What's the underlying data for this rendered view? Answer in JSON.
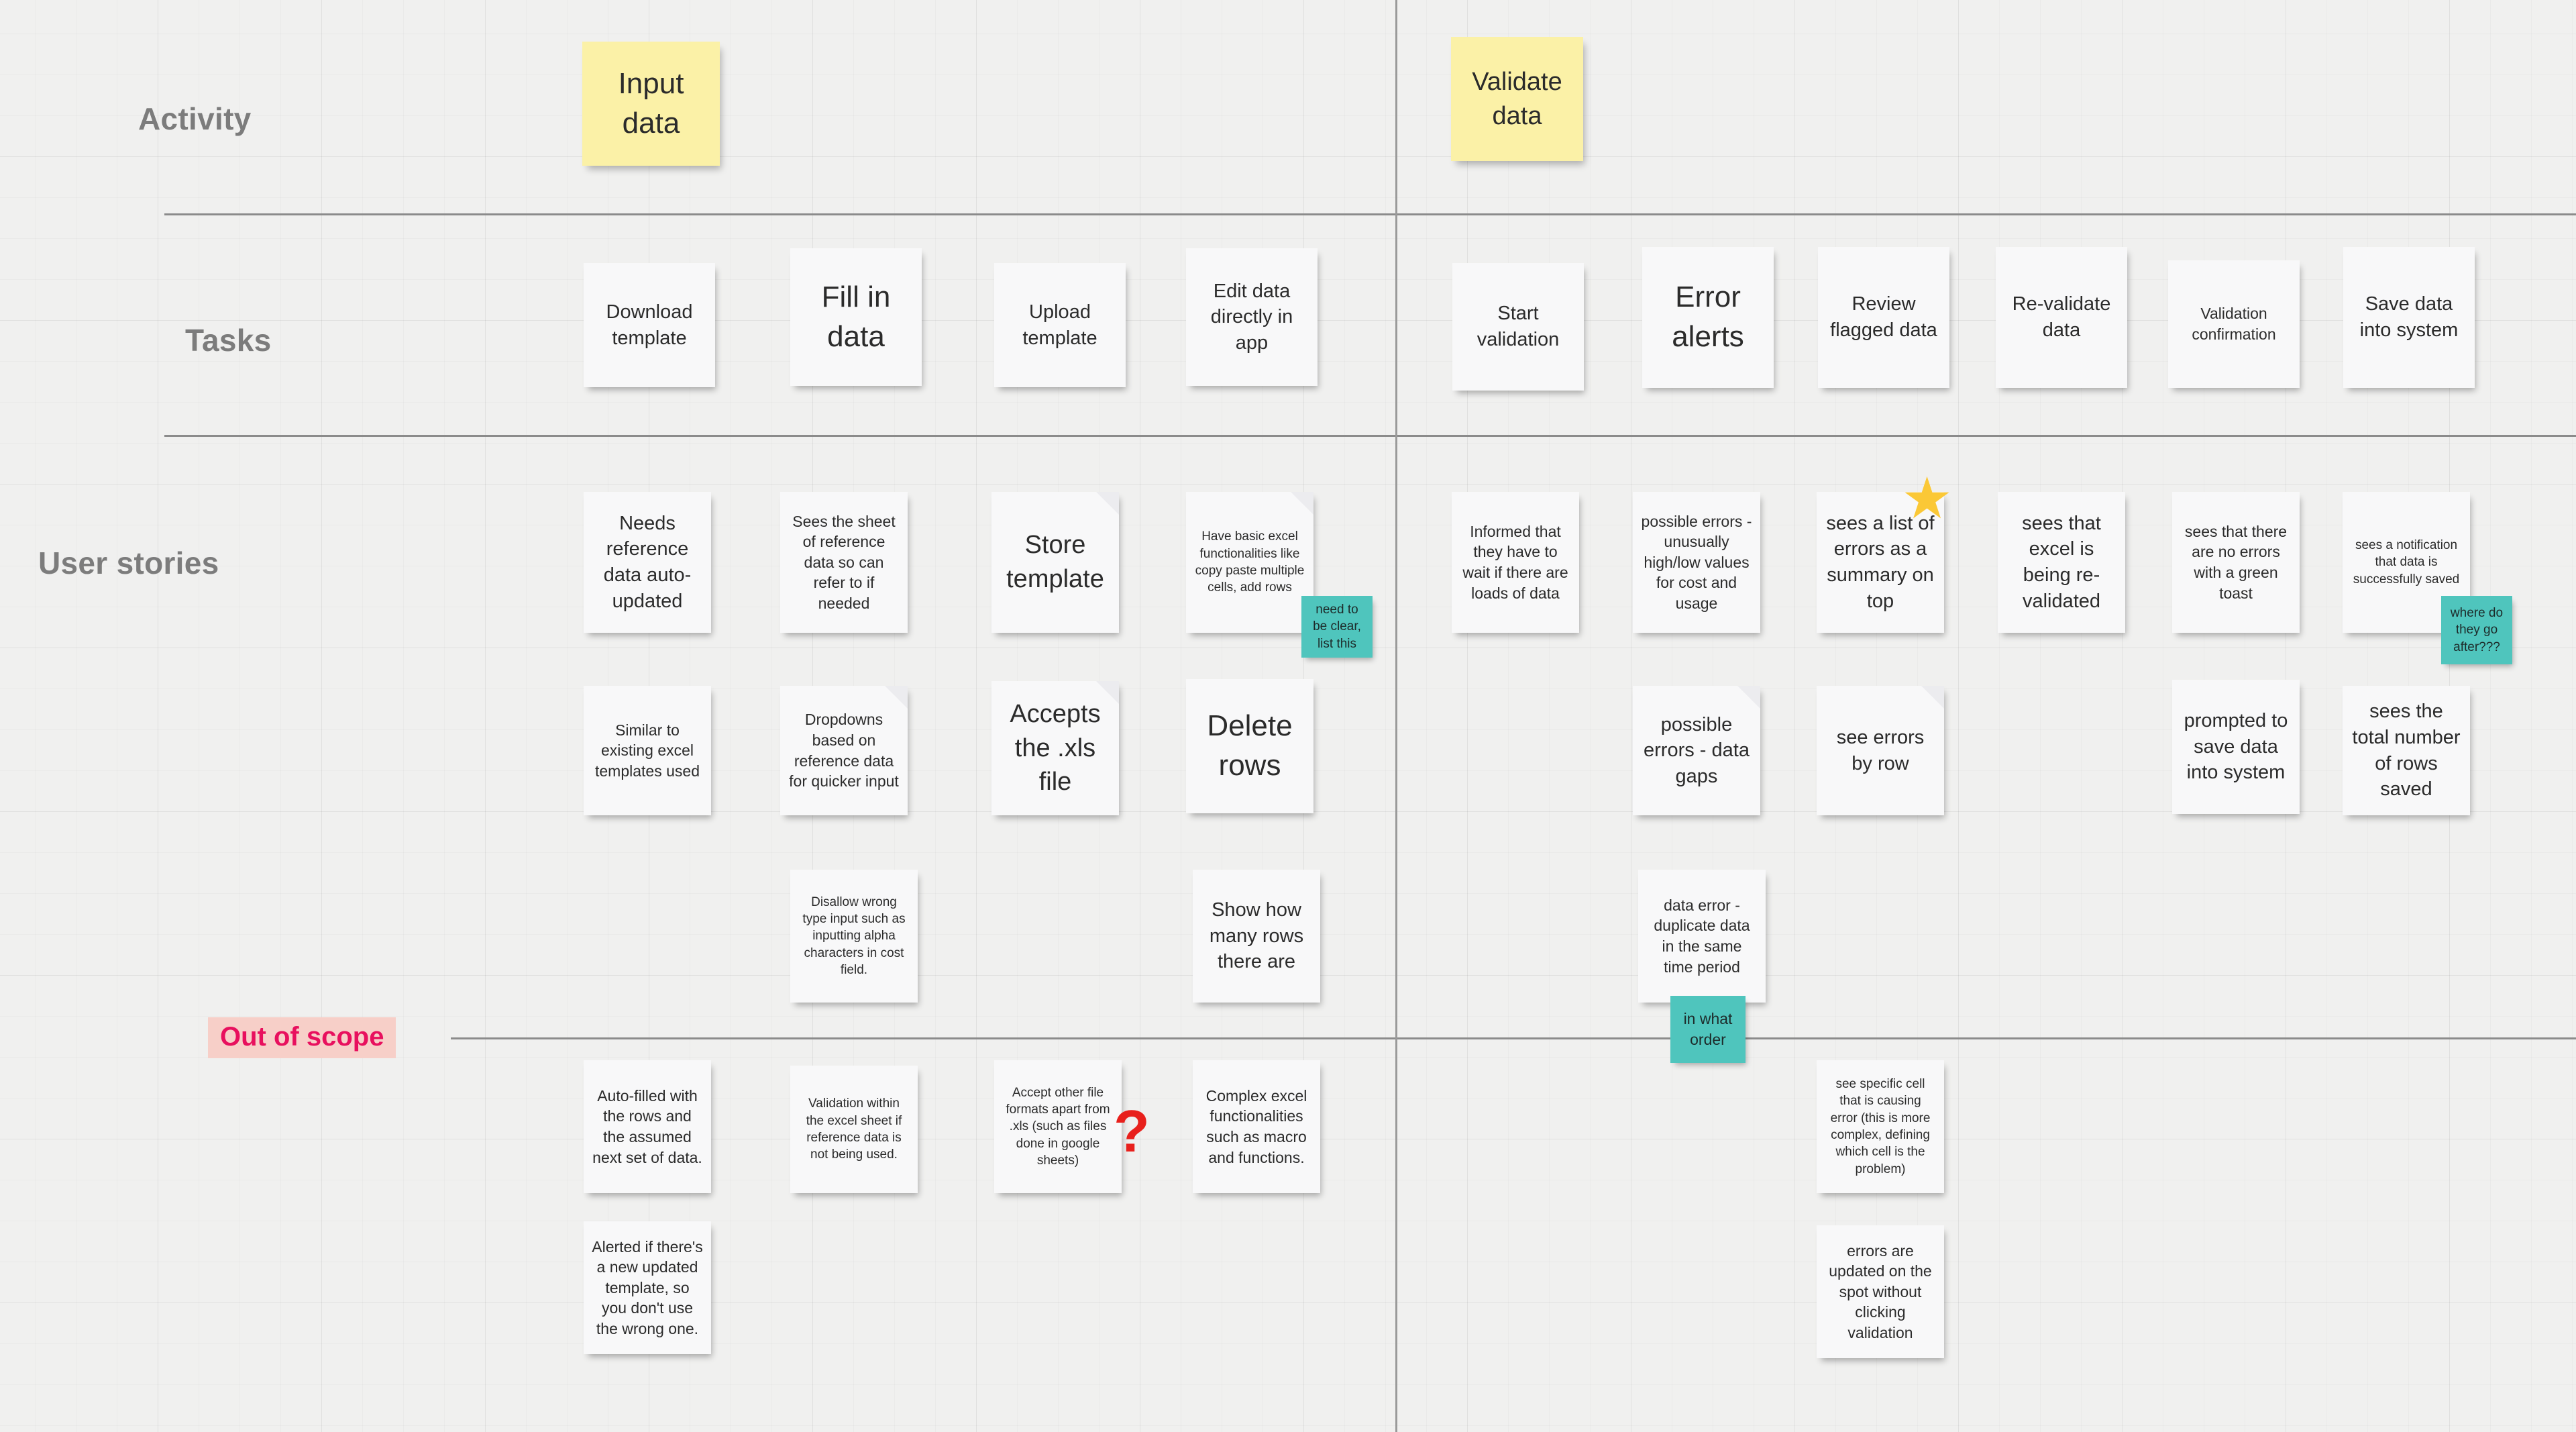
{
  "board": {
    "background_color": "#f0f0ef",
    "lane_labels": [
      {
        "name": "activity",
        "text": "Activity"
      },
      {
        "name": "tasks",
        "text": "Tasks"
      },
      {
        "name": "user-stories",
        "text": "User stories"
      }
    ],
    "scope_marker": {
      "text": "Out of scope",
      "text_color": "#e8105e",
      "background_color": "#f7cfc8"
    },
    "colors": {
      "sticky_white": "#f8f8f9",
      "sticky_yellow": "#fbf1a7",
      "sticky_teal": "#4fc5bd",
      "star": "#fbc836",
      "question": "#e8201c",
      "rule": "#8b8b8b"
    }
  },
  "activities": [
    {
      "name": "activity-input-data",
      "text": "Input data"
    },
    {
      "name": "activity-validate-data",
      "text": "Validate data"
    }
  ],
  "tasks": [
    {
      "name": "task-download-template",
      "text": "Download template"
    },
    {
      "name": "task-fill-in-data",
      "text": "Fill in data"
    },
    {
      "name": "task-upload-template",
      "text": "Upload template"
    },
    {
      "name": "task-edit-data-directly-in-app",
      "text": "Edit data directly in app"
    },
    {
      "name": "task-start-validation",
      "text": "Start validation"
    },
    {
      "name": "task-error-alerts",
      "text": "Error alerts"
    },
    {
      "name": "task-review-flagged-data",
      "text": "Review flagged data"
    },
    {
      "name": "task-re-validate-data",
      "text": "Re-validate data"
    },
    {
      "name": "task-validation-confirmation",
      "text": "Validation confirmation"
    },
    {
      "name": "task-save-data-into-system",
      "text": "Save data into system"
    }
  ],
  "user_stories": [
    {
      "name": "story-needs-reference-data-auto-updated",
      "text": "Needs reference data auto-updated"
    },
    {
      "name": "story-sees-sheet-of-reference-data",
      "text": "Sees the sheet of reference data so can refer to if needed"
    },
    {
      "name": "story-store-template",
      "text": "Store template"
    },
    {
      "name": "story-have-basic-excel-functionalities",
      "text": "Have basic excel functionalities like copy paste multiple cells, add rows"
    },
    {
      "name": "story-informed-wait-loads-of-data",
      "text": "Informed that they have to wait if there are loads of data"
    },
    {
      "name": "story-possible-errors-high-low-values",
      "text": "possible errors - unusually high/low values for cost and usage"
    },
    {
      "name": "story-sees-list-of-errors-summary",
      "text": "sees a list of errors as a summary on top"
    },
    {
      "name": "story-sees-excel-being-revalidated",
      "text": "sees that excel is being re-validated"
    },
    {
      "name": "story-sees-no-errors-green-toast",
      "text": "sees that there are no errors with a green toast"
    },
    {
      "name": "story-sees-notification-data-saved",
      "text": "sees a notification that data is successfully saved"
    },
    {
      "name": "story-similar-to-existing-excel-templates",
      "text": "Similar to existing excel templates used"
    },
    {
      "name": "story-dropdowns-based-on-reference-data",
      "text": "Dropdowns based on reference data for quicker input"
    },
    {
      "name": "story-accepts-xls-file",
      "text": "Accepts the .xls file"
    },
    {
      "name": "story-delete-rows",
      "text": "Delete rows"
    },
    {
      "name": "story-possible-errors-data-gaps",
      "text": "possible errors - data gaps"
    },
    {
      "name": "story-see-errors-by-row",
      "text": "see errors by row"
    },
    {
      "name": "story-prompted-to-save-data-into-system",
      "text": "prompted to save data into system"
    },
    {
      "name": "story-sees-total-number-of-rows-saved",
      "text": "sees the total number of rows saved"
    },
    {
      "name": "story-disallow-wrong-type-input",
      "text": "Disallow wrong type input such as inputting alpha characters in cost field."
    },
    {
      "name": "story-show-how-many-rows",
      "text": "Show how many rows there are"
    },
    {
      "name": "story-data-error-duplicate-data",
      "text": "data error - duplicate data in the same time period"
    }
  ],
  "out_of_scope_stories": [
    {
      "name": "oos-auto-filled-with-rows",
      "text": "Auto-filled with the rows and the assumed next set of data."
    },
    {
      "name": "oos-validation-within-excel-sheet",
      "text": "Validation within the excel sheet if reference data is not being used."
    },
    {
      "name": "oos-accept-other-file-formats",
      "text": "Accept other file formats apart from .xls (such as files done in google sheets)"
    },
    {
      "name": "oos-complex-excel-functionalities",
      "text": "Complex excel functionalities such as macro and functions."
    },
    {
      "name": "oos-see-specific-cell-causing-error",
      "text": "see specific cell that is causing error (this is more complex, defining which cell is the problem)"
    },
    {
      "name": "oos-alerted-new-updated-template",
      "text": "Alerted if there's a new updated template, so you don't use the wrong one."
    },
    {
      "name": "oos-errors-updated-on-the-spot",
      "text": "errors are updated on the spot without clicking validation"
    }
  ],
  "annotations": [
    {
      "name": "note-need-to-be-clear-list-this",
      "text": "need to be clear, list this"
    },
    {
      "name": "note-where-do-they-go-after",
      "text": "where do they go after???"
    },
    {
      "name": "note-in-what-order",
      "text": "in what order"
    }
  ],
  "icons": [
    {
      "name": "star-icon",
      "glyph": "★"
    },
    {
      "name": "question-mark-icon",
      "glyph": "?"
    }
  ]
}
